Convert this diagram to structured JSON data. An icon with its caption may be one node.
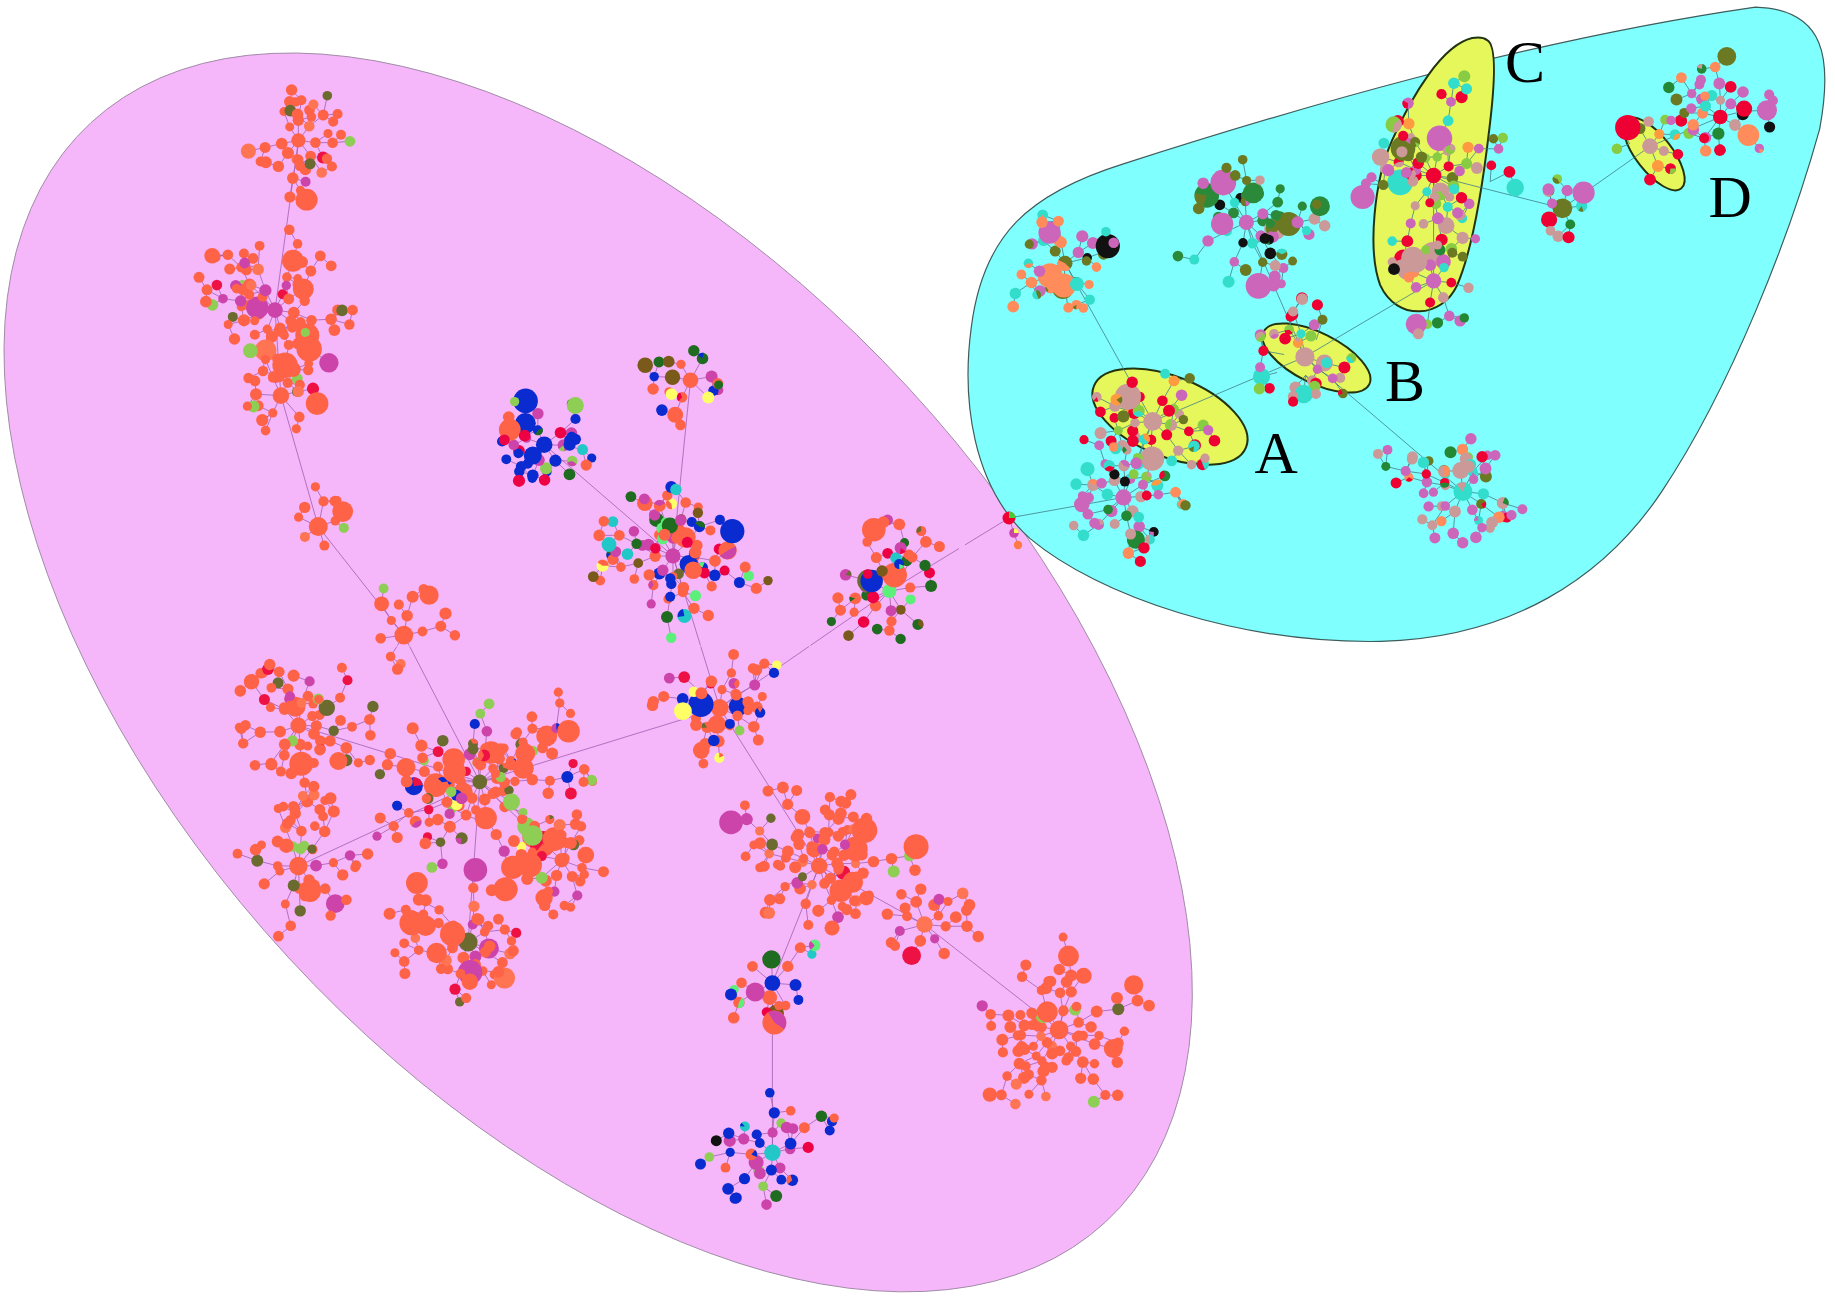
{
  "diagram": {
    "nodes": [
      {
        "text": [],
        "shape": "ellipse"
      },
      {
        "text": [],
        "shape": "blob"
      },
      {
        "text": [
          "A"
        ],
        "in": 1
      },
      {
        "text": [
          "B"
        ],
        "in": 1
      },
      {
        "text": [
          "C"
        ],
        "in": 1
      },
      {
        "text": [
          "D"
        ],
        "in": 1
      }
    ],
    "edges": [
      {
        "from": 2,
        "to": 3,
        "arrow": "none"
      },
      {
        "from": 3,
        "to": 4,
        "arrow": "none"
      },
      {
        "from": 4,
        "to": 5,
        "arrow": "none"
      }
    ]
  }
}
